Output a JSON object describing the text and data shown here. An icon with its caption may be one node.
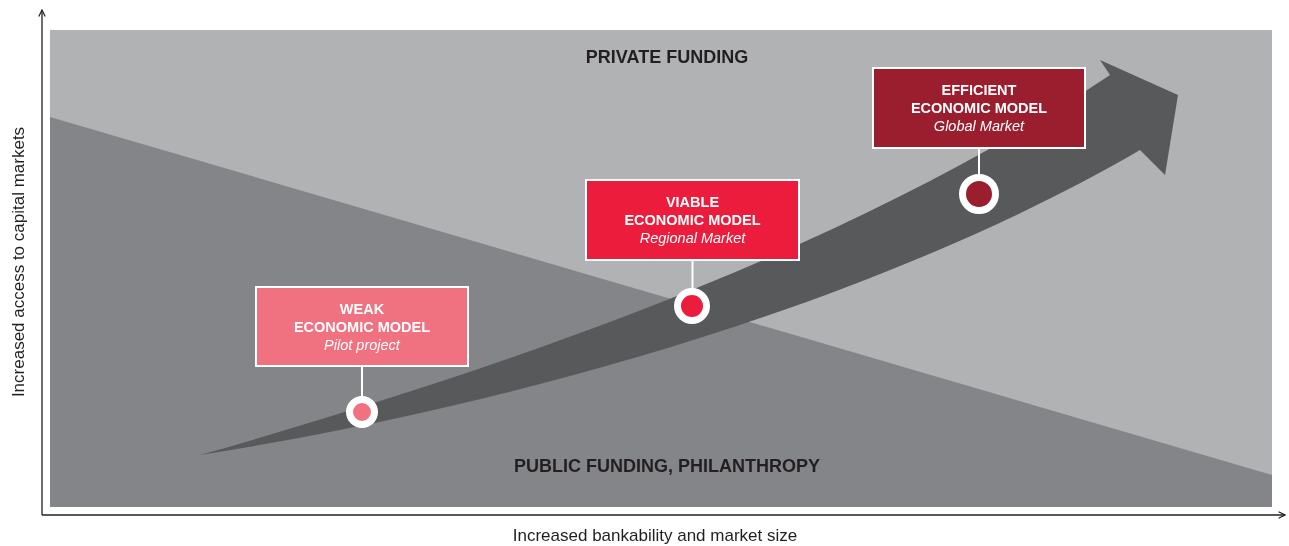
{
  "diagram": {
    "nodes": [
      {
        "text": [
          "WEAK ECONOMIC MODEL",
          "Pilot project"
        ]
      },
      {
        "text": [
          "VIABLE ECONOMIC MODEL",
          "Regional Market"
        ]
      },
      {
        "text": [
          "EFFICIENT ECONOMIC MODEL",
          "Global Market"
        ]
      },
      {
        "text": [],
        "shape": "circle"
      },
      {
        "text": [],
        "shape": "circle"
      },
      {
        "text": [],
        "shape": "circle"
      }
    ],
    "edges": [
      {
        "from": 0,
        "to": 3,
        "arrow": "none"
      },
      {
        "from": 1,
        "to": 4,
        "arrow": "none"
      },
      {
        "from": 2,
        "to": 5,
        "arrow": "none"
      }
    ],
    "labels": [
      "PRIVATE FUNDING",
      "PUBLIC FUNDING, PHILANTHROPY",
      "Increased access to capital markets",
      "Increased bankability and market size"
    ]
  }
}
